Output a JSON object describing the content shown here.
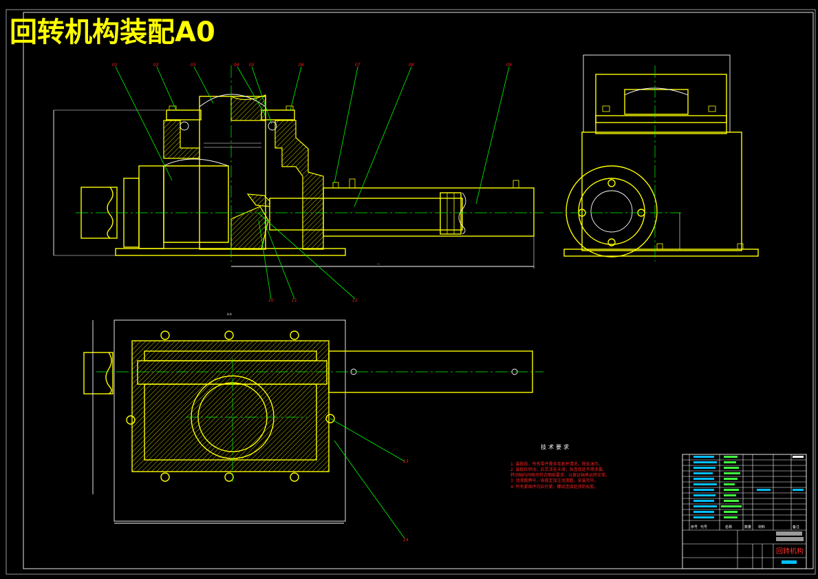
{
  "title": "回转机构装配A0",
  "section_label": "A-A",
  "technical_requirements": {
    "heading": "技术要求",
    "items": [
      "1. 装配前，所有零件需去毛刺并清洗，除去油污。",
      "2. 装配后转动，应灵活无卡滞；各连接处不得渗漏。",
      "   转动轴向间隙须符合图纸要求，以保证轴承运转正常。",
      "3. 润滑脂牌号，按规定加注润滑脂，安装完毕。",
      "4. 所有紧固件均应拧紧，螺纹连接处涂防松胶。"
    ]
  },
  "title_block": {
    "drawing_name": "回转机构",
    "school": "",
    "code": "",
    "headers": [
      "序号",
      "代号",
      "名称",
      "数量",
      "材料",
      "备注"
    ]
  },
  "colors": {
    "background": "#000000",
    "outline": "#ffff00",
    "centerline": "#00ff00",
    "frame": "#ffffff",
    "annotation": "#ff2020"
  }
}
